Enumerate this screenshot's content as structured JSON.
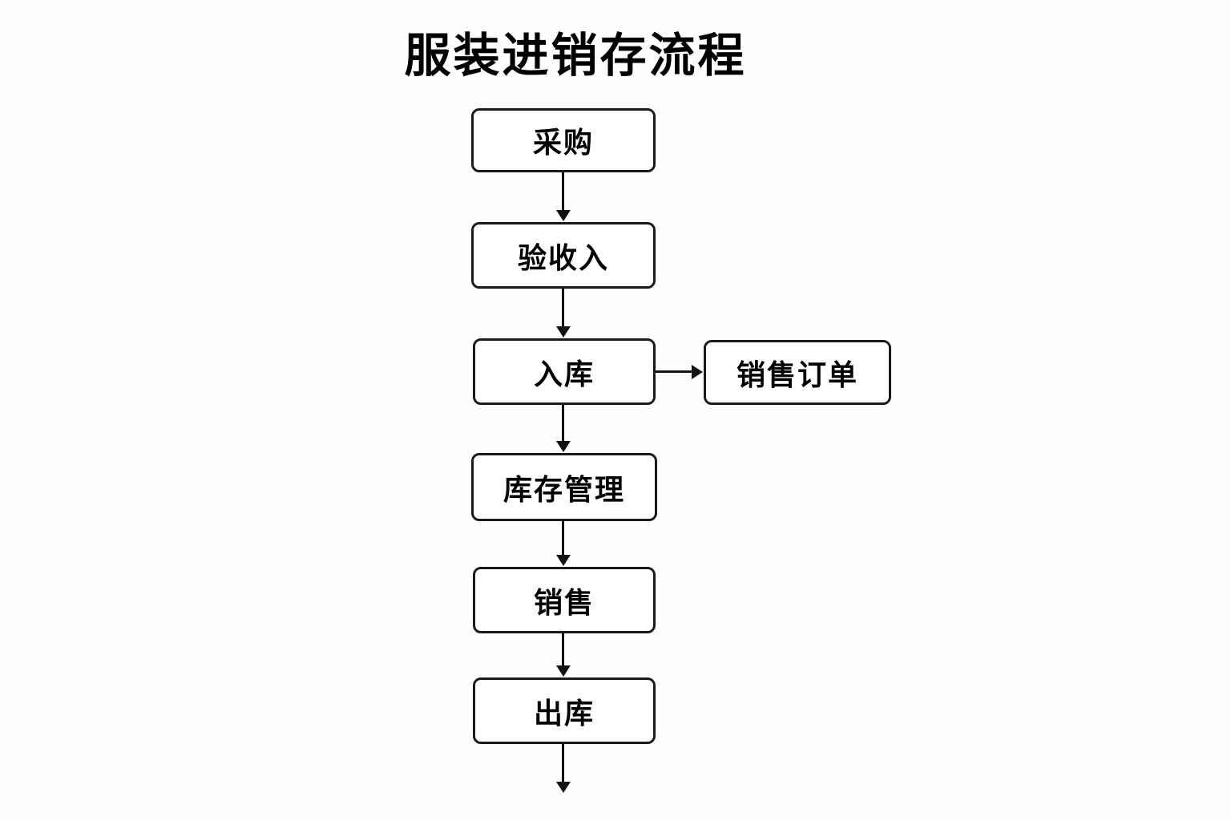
{
  "title": "服装进销存流程",
  "diagram_type": "flowchart",
  "nodes": {
    "purchase": {
      "label": "采购"
    },
    "acceptance": {
      "label": "验收入"
    },
    "stock_in": {
      "label": "入库"
    },
    "sales_order": {
      "label": "销售订单"
    },
    "inventory_management": {
      "label": "库存管理"
    },
    "sales": {
      "label": "销售"
    },
    "stock_out": {
      "label": "出库"
    }
  },
  "edges": [
    {
      "from": "purchase",
      "to": "acceptance",
      "direction": "down"
    },
    {
      "from": "acceptance",
      "to": "stock_in",
      "direction": "down"
    },
    {
      "from": "stock_in",
      "to": "sales_order",
      "direction": "right"
    },
    {
      "from": "stock_in",
      "to": "inventory_management",
      "direction": "down"
    },
    {
      "from": "inventory_management",
      "to": "sales",
      "direction": "down"
    },
    {
      "from": "sales",
      "to": "stock_out",
      "direction": "down"
    },
    {
      "from": "stock_out",
      "to": "",
      "direction": "down"
    }
  ],
  "colors": {
    "border": "#1a1a1a",
    "arrow": "#111111",
    "background": "#fefefe",
    "text": "#000000"
  }
}
